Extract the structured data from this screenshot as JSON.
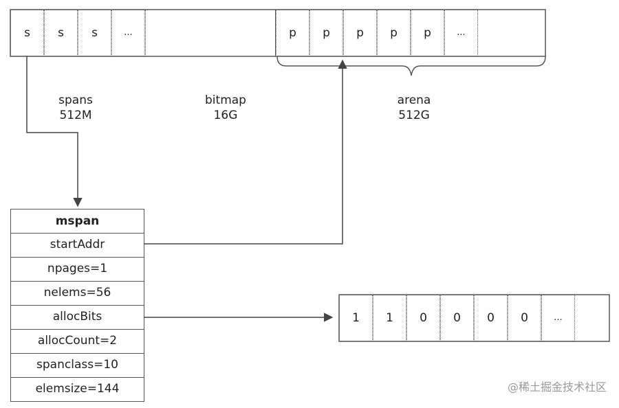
{
  "top_strip": {
    "span_cells": [
      "s",
      "s",
      "s",
      "..."
    ],
    "page_cells": [
      "p",
      "p",
      "p",
      "p",
      "p",
      "..."
    ]
  },
  "regions": {
    "spans": {
      "name": "spans",
      "size": "512M"
    },
    "bitmap": {
      "name": "bitmap",
      "size": "16G"
    },
    "arena": {
      "name": "arena",
      "size": "512G"
    }
  },
  "mspan": {
    "title": "mspan",
    "fields": [
      "startAddr",
      "npages=1",
      "nelems=56",
      "allocBits",
      "allocCount=2",
      "spanclass=10",
      "elemsize=144"
    ]
  },
  "alloc_bits": [
    "1",
    "1",
    "0",
    "0",
    "0",
    "0",
    "..."
  ],
  "watermark": "@稀土掘金技术社区",
  "colors": {
    "line": "#555555",
    "text": "#222222",
    "watermark": "#999999"
  }
}
